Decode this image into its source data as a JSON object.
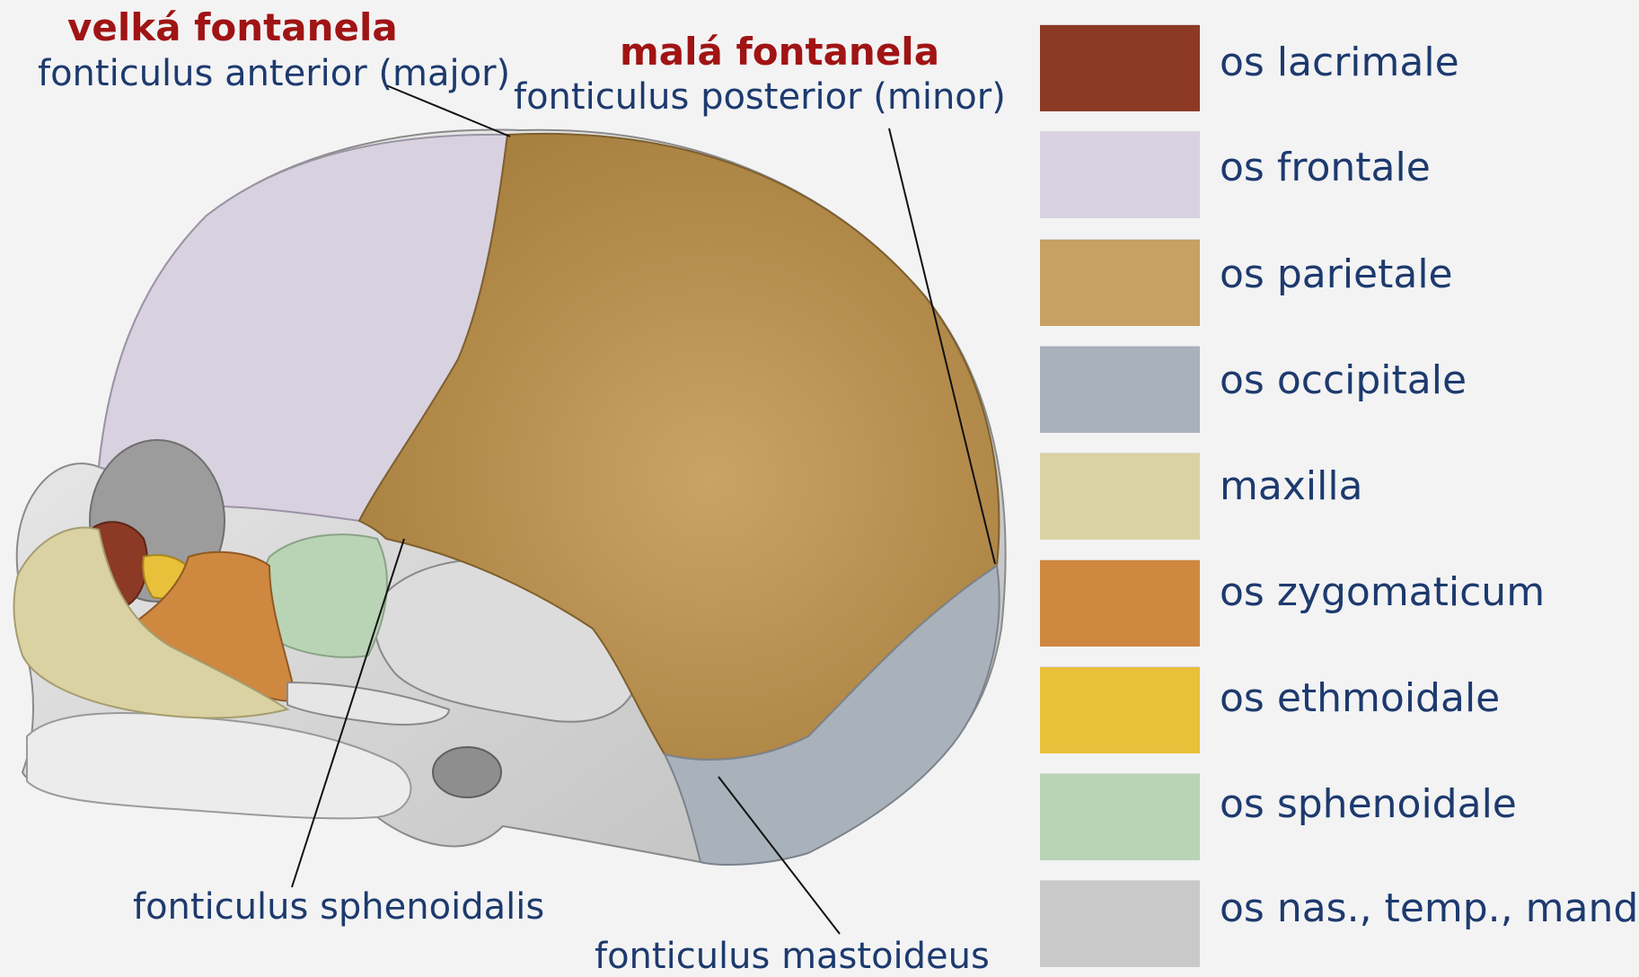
{
  "labels": {
    "velka_title": "velká fontanela",
    "anterior": "fonticulus anterior (major)",
    "mala_title": "malá fontanela",
    "posterior": "fonticulus posterior (minor)",
    "sphenoidalis": "fonticulus sphenoidalis",
    "mastoideus": "fonticulus mastoideus"
  },
  "legend": [
    {
      "name": "os lacrimale",
      "color": "#8c3a26"
    },
    {
      "name": "os frontale",
      "color": "#d8d1df"
    },
    {
      "name": "os parietale",
      "color": "#c7a063"
    },
    {
      "name": "os occipitale",
      "color": "#a9b1ba"
    },
    {
      "name": "maxilla",
      "color": "#dbd2a3"
    },
    {
      "name": "os zygomaticum",
      "color": "#cf8840"
    },
    {
      "name": "os ethmoidale",
      "color": "#e9c03a"
    },
    {
      "name": "os sphenoidale",
      "color": "#b9d3b5"
    },
    {
      "name": "os nas., temp., mand.",
      "color": "#c9c9c9"
    }
  ]
}
